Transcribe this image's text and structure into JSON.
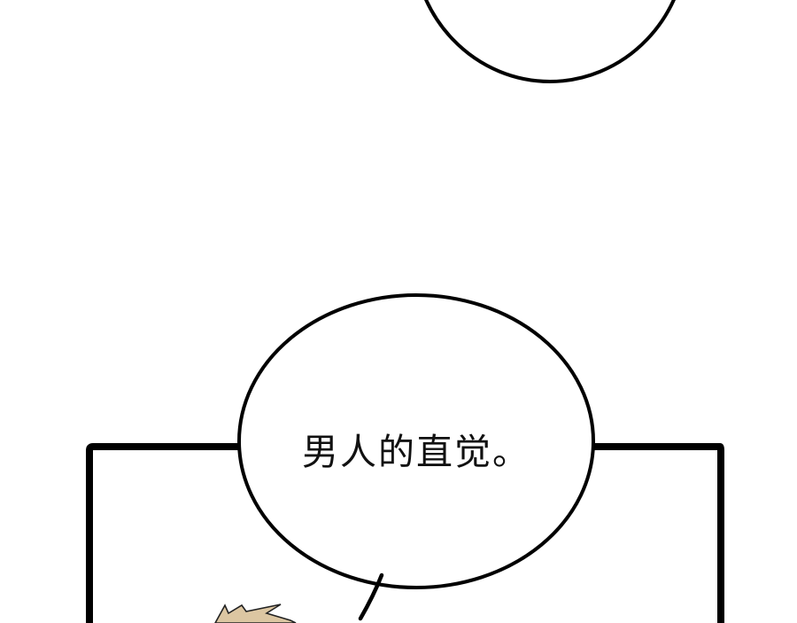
{
  "comic": {
    "panel": {
      "background": "#ffffff",
      "frame_color": "#000000"
    },
    "bubbles": [
      {
        "id": "top-bubble-partial",
        "text": ""
      },
      {
        "id": "speech-bubble",
        "text": "男人的直觉。"
      }
    ],
    "character": {
      "description": "spiky light-brown hair partially visible at bottom",
      "hair_color": "#dcc6a2"
    }
  }
}
